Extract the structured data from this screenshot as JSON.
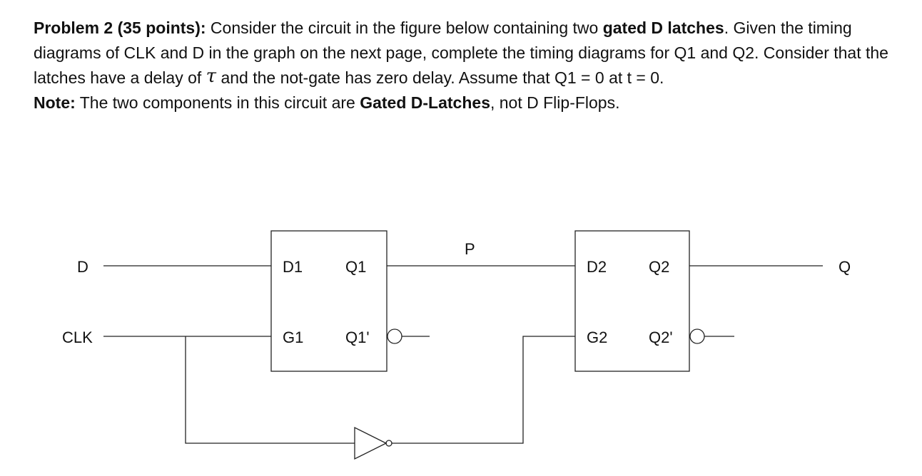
{
  "problem": {
    "title_bold": "Problem 2 (35 points):",
    "intro": " Consider the circuit  in the figure below containing two ",
    "latch_bold": "gated D latches",
    "given": ". Given the timing diagrams of CLK and D in the graph on the next page, complete the timing diagrams for Q1 and Q2. Consider that the latches have a delay of ",
    "tau_symbol": "τ",
    "after_tau": " and the not-gate has zero delay. Assume that Q1 = 0 at t = 0.",
    "note_bold": "Note:",
    "note_text": " The two components in this circuit are ",
    "note_latch_bold": "Gated D-Latches",
    "note_end": ", not D Flip-Flops."
  },
  "circuit": {
    "input_d": "D",
    "input_clk": "CLK",
    "latch1": {
      "d": "D1",
      "q": "Q1",
      "g": "G1",
      "qbar": "Q1'"
    },
    "wire_p": "P",
    "latch2": {
      "d": "D2",
      "q": "Q2",
      "g": "G2",
      "qbar": "Q2'"
    },
    "output_q": "Q",
    "not_gate": "not-gate"
  }
}
